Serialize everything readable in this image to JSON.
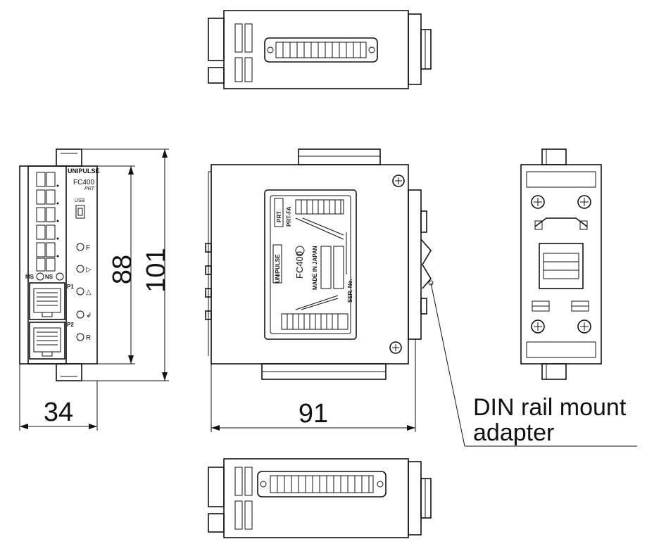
{
  "dimensions": {
    "front_height_inner": "88",
    "front_height_outer": "101",
    "front_width": "34",
    "side_width": "91"
  },
  "callout": {
    "line1": "DIN rail mount",
    "line2": "adapter"
  },
  "front_panel": {
    "brand": "UNIPULSE",
    "model": "FC400",
    "variant": "PRT",
    "usb_label": "USB",
    "ms_label": "MS",
    "ns_label": "NS",
    "p1_label": "P1",
    "p2_label": "P2",
    "key_f": "F",
    "key_right": "▷",
    "key_up": "△",
    "key_enter": "↲",
    "key_r": "R"
  },
  "label_plate": {
    "brand": "UNIPULSE",
    "model": "FC400",
    "madein": "MADE IN JAPAN",
    "prt": "PRT",
    "prtfa": "PRT-FA",
    "ser": "SER. No."
  }
}
